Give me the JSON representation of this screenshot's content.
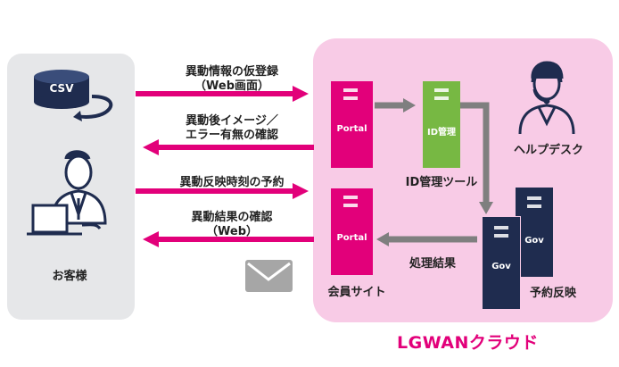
{
  "left_panel": {
    "csv_label": "CSV",
    "customer_label": "お客様"
  },
  "arrows": {
    "a1_line1": "異動情報の仮登録",
    "a1_line2": "（Web画面）",
    "a2_line1": "異動後イメージ／",
    "a2_line2": "エラー有無の確認",
    "a3_line1": "異動反映時刻の予約",
    "a4_line1": "異動結果の確認",
    "a4_line2": "（Web）"
  },
  "cloud": {
    "title": "LGWANクラウド",
    "portal_top_label": "Portal",
    "id_mgmt_server_label": "ID管理",
    "id_mgmt_caption": "ID管理ツール",
    "helpdesk_caption": "ヘルプデスク",
    "portal_bottom_label": "Portal",
    "member_site_caption": "会員サイト",
    "processing_result": "処理結果",
    "gov_front_label": "Gov",
    "gov_back_label": "Gov",
    "reservation_caption": "予約反映"
  },
  "colors": {
    "magenta": "#e2007a",
    "gray_arrow": "#7f7f7f",
    "green": "#77b843",
    "navy": "#1f2c4f",
    "pink_bg": "#f8cbe6",
    "gray_bg": "#e6e7e9"
  }
}
